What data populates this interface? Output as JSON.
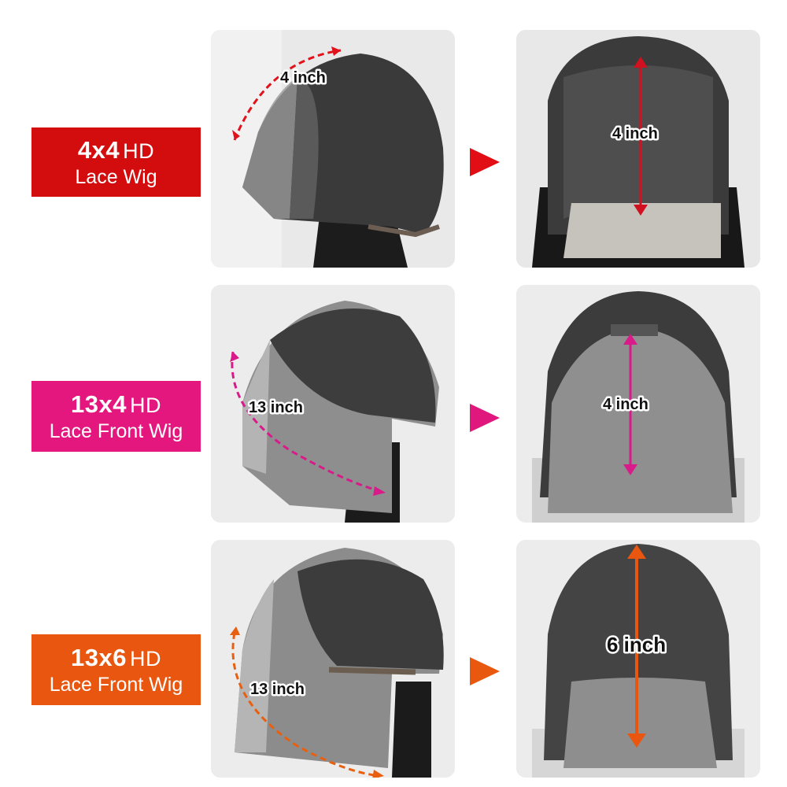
{
  "rows": [
    {
      "title": "4x4",
      "hd": "HD",
      "subtitle": "Lace Wig",
      "color": "#d30d0d",
      "left_measure": "4 inch",
      "right_measure": "4 inch"
    },
    {
      "title": "13x4",
      "hd": "HD",
      "subtitle": "Lace Front Wig",
      "color": "#e3177e",
      "left_measure": "13 inch",
      "right_measure": "4 inch"
    },
    {
      "title": "13x6",
      "hd": "HD",
      "subtitle": "Lace Front Wig",
      "color": "#e8560f",
      "left_measure": "13 inch",
      "right_measure": "6 inch"
    }
  ]
}
